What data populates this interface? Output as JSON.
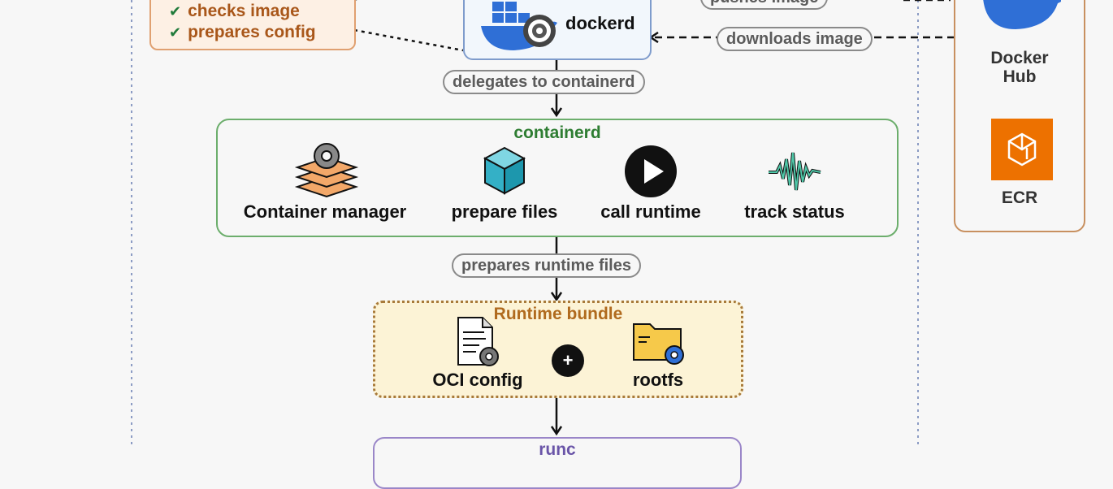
{
  "client_note": {
    "items": [
      "checks image",
      "prepares config"
    ]
  },
  "dockerd": {
    "label": "dockerd"
  },
  "edges": {
    "top_partial": "pushes image",
    "downloads": "downloads image",
    "delegates": "delegates to containerd",
    "prepares": "prepares runtime files"
  },
  "registries": {
    "docker_hub": "Docker\nHub",
    "ecr": "ECR"
  },
  "containerd": {
    "title": "containerd",
    "items": [
      "Container manager",
      "prepare files",
      "call runtime",
      "track status"
    ]
  },
  "bundle": {
    "title": "Runtime bundle",
    "items": [
      "OCI config",
      "rootfs"
    ],
    "plus": "+"
  },
  "bottom_box": {
    "title": "runc"
  },
  "colors": {
    "containerd_border": "#6cae6c",
    "containerd_title": "#2e7d32",
    "bundle_border": "#a87a3a",
    "bundle_bg": "#fcf3d6",
    "bundle_title": "#b06a1e",
    "note_border": "#e0a070",
    "note_bg": "#fdf0e4",
    "dockerd_border": "#7f9ccc",
    "dockerd_bg": "#f2f7fc",
    "registry_border": "#c89060",
    "ecr_orange": "#ed7100",
    "docker_blue": "#2f6fd6",
    "runc_border": "#9a86c8"
  }
}
